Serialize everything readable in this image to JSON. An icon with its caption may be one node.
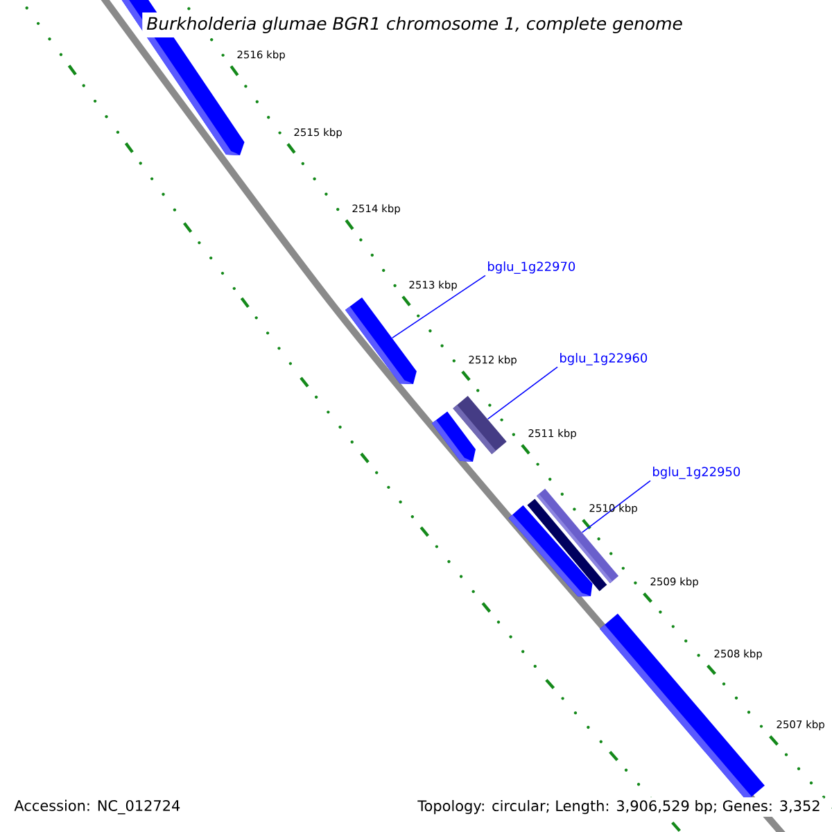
{
  "diagram": {
    "title": "Burkholderia glumae BGR1 chromosome 1, complete genome",
    "nodes": [
      {
        "text": [
          "bglu_1g22970"
        ]
      },
      {
        "text": [
          "bglu_1g22960"
        ]
      },
      {
        "text": [
          "bglu_1g22950"
        ]
      },
      {
        "text": [],
        "shape": "arrow"
      },
      {
        "text": [],
        "shape": "arrow"
      },
      {
        "text": [],
        "shape": "bar"
      },
      {
        "text": [],
        "shape": "arrow"
      },
      {
        "text": [],
        "shape": "arrow"
      },
      {
        "text": [],
        "shape": "bar"
      },
      {
        "text": [],
        "shape": "bar"
      },
      {
        "text": [],
        "shape": "bar"
      }
    ],
    "edges": [
      {
        "from": 0,
        "to": 4,
        "arrow": "none"
      },
      {
        "from": 1,
        "to": 5,
        "arrow": "none"
      },
      {
        "from": 2,
        "to": 9,
        "arrow": "none"
      }
    ],
    "labels": [
      "2516 kbp",
      "2515 kbp",
      "2514 kbp",
      "2513 kbp",
      "2512 kbp",
      "2511 kbp",
      "2510 kbp",
      "2509 kbp",
      "2508 kbp",
      "2507 kbp",
      "Accession: NC_012724",
      "Topology: circular; Length: 3,906,529 bp; Genes: 3,352"
    ]
  }
}
